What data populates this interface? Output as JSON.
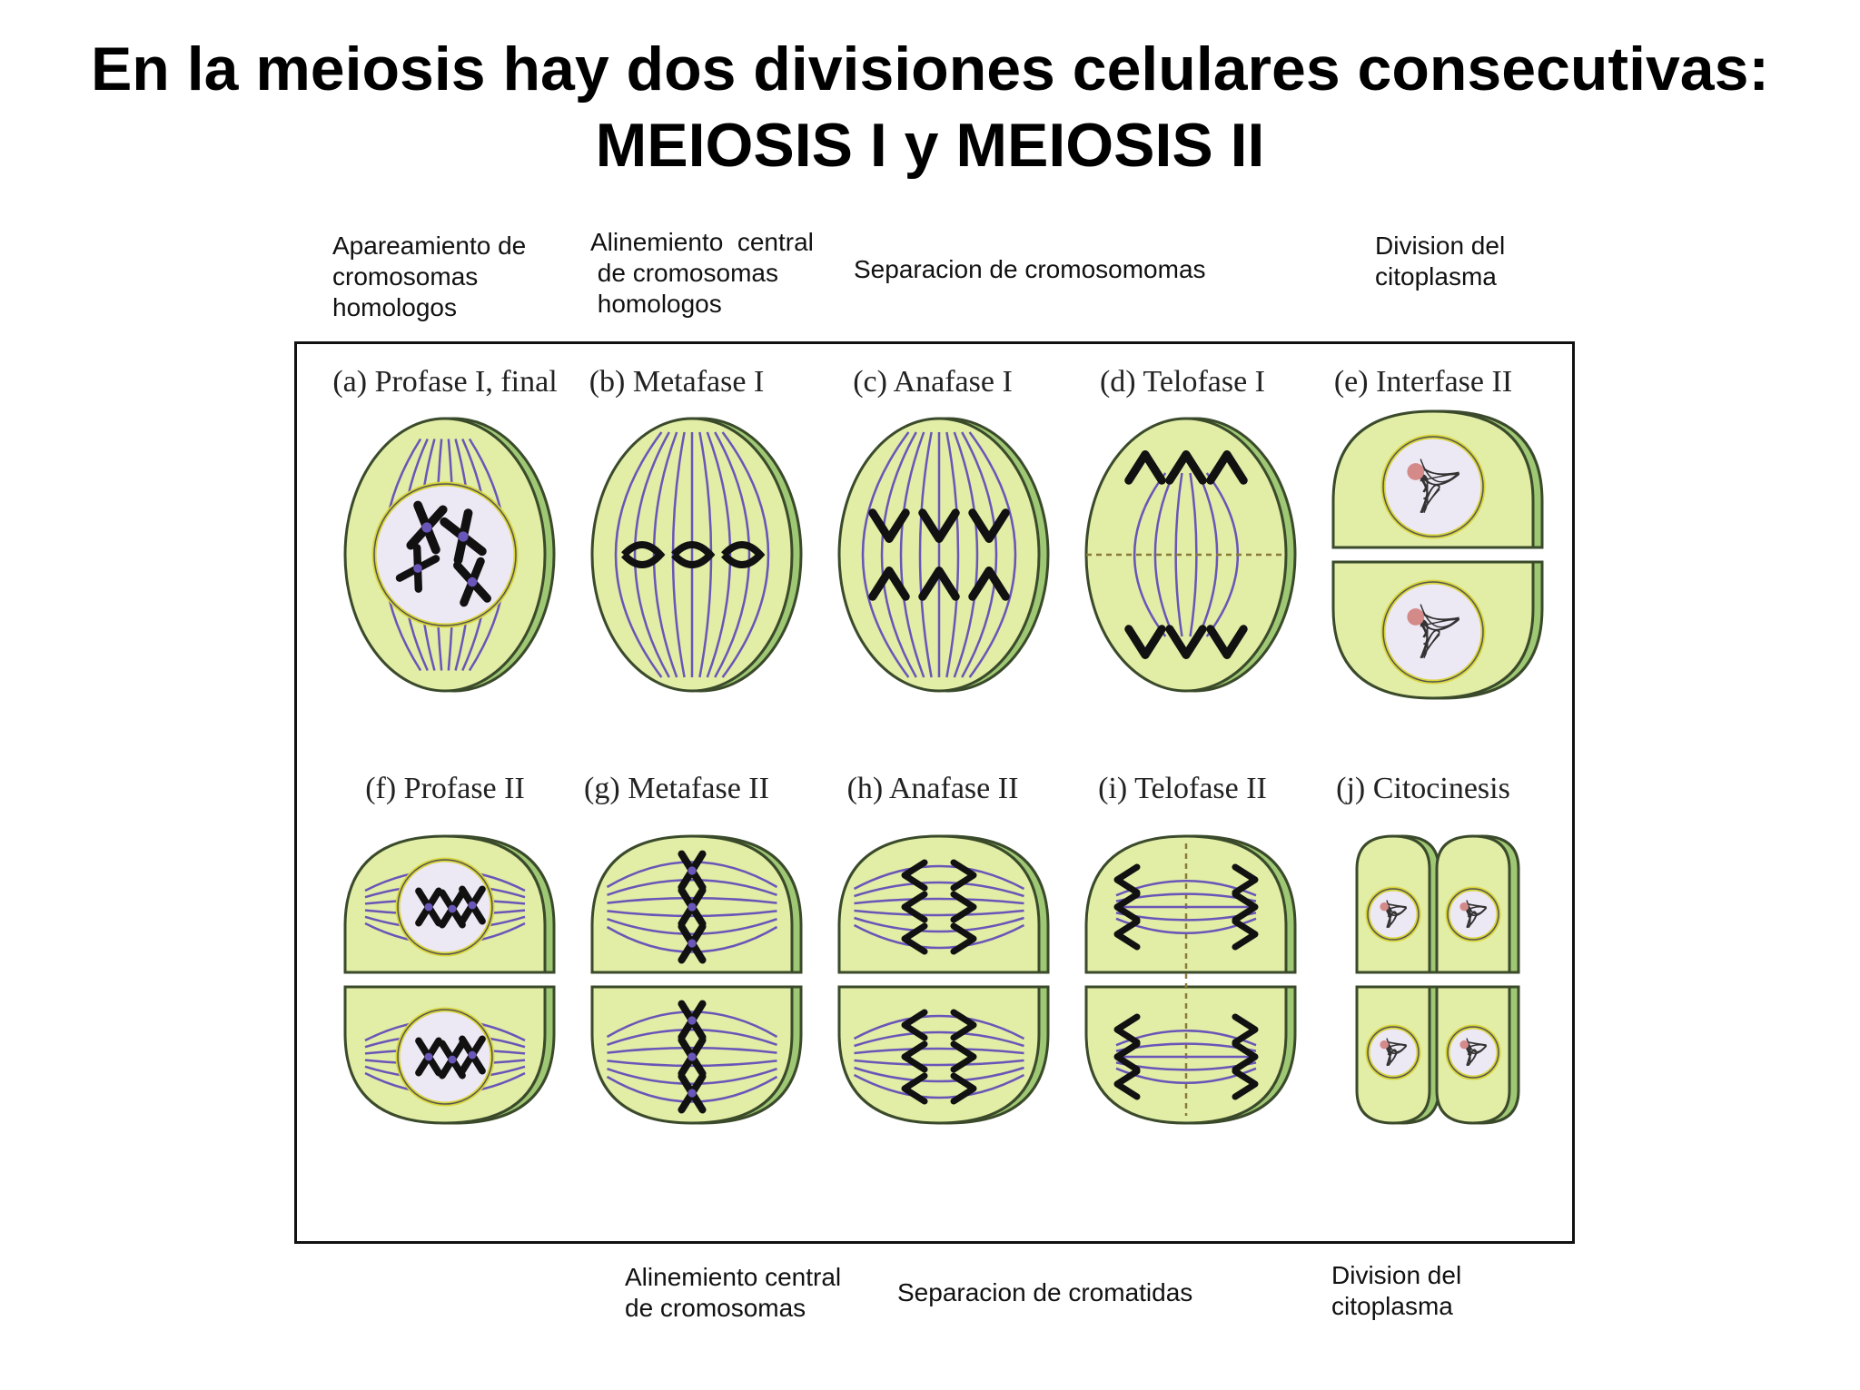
{
  "title": {
    "line1": "En la meiosis hay dos divisiones celulares consecutivas:",
    "line2": "MEIOSIS I y MEIOSIS II"
  },
  "annotations_top": [
    {
      "lines": [
        "Apareamiento de",
        "cromosomas",
        "homologos"
      ]
    },
    {
      "lines": [
        "Alinemiento  central",
        " de cromosomas",
        " homologos"
      ]
    },
    {
      "lines": [
        "Separacion de cromosomomas"
      ]
    },
    {
      "lines": [
        "Division del",
        "citoplasma"
      ]
    }
  ],
  "annotations_bottom": [
    {
      "lines": [
        "Alinemiento central",
        "de cromosomas"
      ]
    },
    {
      "lines": [
        "Separacion de cromatidas"
      ]
    },
    {
      "lines": [
        "Division del",
        "citoplasma"
      ]
    }
  ],
  "stages": [
    {
      "label": "(a) Profase I, final"
    },
    {
      "label": "(b) Metafase I"
    },
    {
      "label": "(c) Anafase I"
    },
    {
      "label": "(d) Telofase I"
    },
    {
      "label": "(e) Interfase II"
    },
    {
      "label": "(f) Profase II"
    },
    {
      "label": "(g) Metafase II"
    },
    {
      "label": "(h) Anafase II"
    },
    {
      "label": "(i) Telofase II"
    },
    {
      "label": "(j) Citocinesis"
    }
  ],
  "colors": {
    "cytoplasm": "#e2eda6",
    "cytoplasm_edge": "#9fc874",
    "membrane": "#3a4a2a",
    "spindle": "#6a55b8",
    "chromosome": "#111111",
    "nucleus": "#ece8f4",
    "nuclear_envelope": "#d8d43a",
    "nucleolus": "#d58a8a"
  }
}
